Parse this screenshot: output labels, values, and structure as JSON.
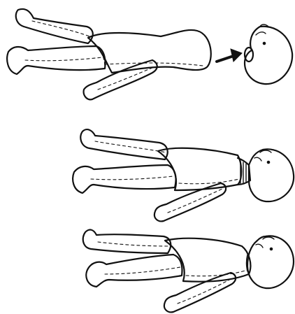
{
  "figure": {
    "kind": "doll assembly illustration",
    "steps": [
      {
        "id": "step-1",
        "description_visible_text": ""
      },
      {
        "id": "step-2",
        "description_visible_text": ""
      },
      {
        "id": "step-3",
        "description_visible_text": ""
      }
    ],
    "colors": {
      "ink": "#111111",
      "paper": "#ffffff"
    },
    "icons": [
      "arrow-right-icon"
    ]
  }
}
